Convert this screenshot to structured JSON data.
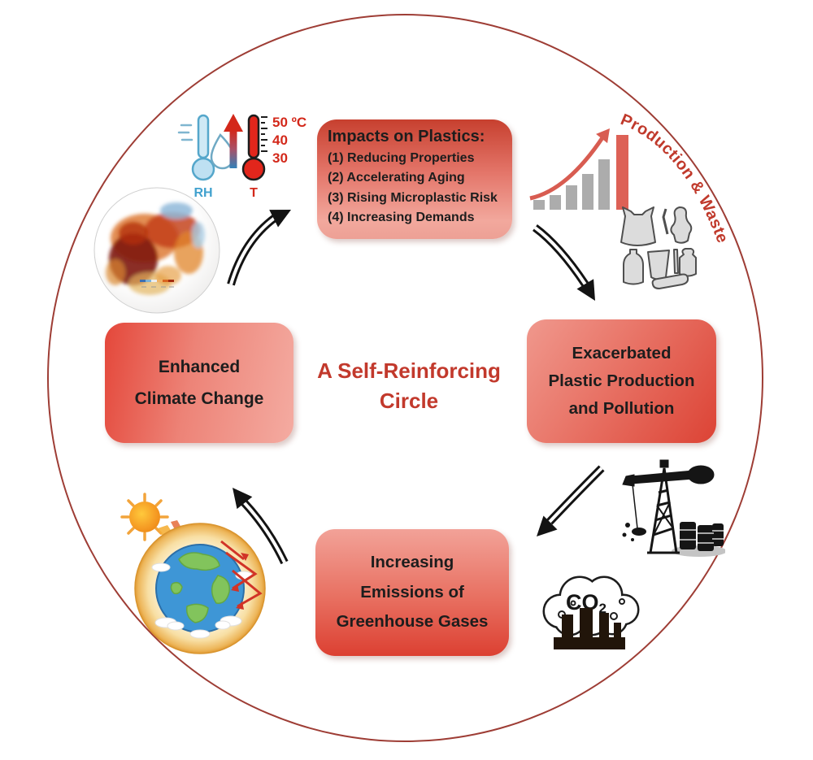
{
  "figure": {
    "center_title_line1": "A Self-Reinforcing",
    "center_title_line2": "Circle"
  },
  "boxes": {
    "impacts": {
      "title": "Impacts on Plastics:",
      "items": [
        "(1) Reducing Properties",
        "(2) Accelerating Aging",
        "(3) Rising Microplastic Risk",
        "(4) Increasing Demands"
      ]
    },
    "exacerbated": {
      "line1": "Exacerbated",
      "line2": "Plastic Production",
      "line3": "and Pollution"
    },
    "emissions": {
      "line1": "Increasing",
      "line2": "Emissions of",
      "line3": "Greenhouse Gases"
    },
    "climate": {
      "line1": "Enhanced",
      "line2": "Climate Change"
    }
  },
  "annotations": {
    "production_waste": "Production & Waste",
    "rh_label": "RH",
    "t_label": "T",
    "temp_scale_top": "50 ºC",
    "temp_scale_mid": "40",
    "temp_scale_bottom": "30",
    "co2_main": "CO",
    "co2_sub": "2"
  },
  "colors": {
    "circle_stroke": "#9E3D35",
    "center_title": "#C2392C",
    "production_waste_text": "#C0392B",
    "box_gradient_dark": "#DC4335",
    "box_gradient_light": "#F2A89D",
    "box_text": "#1D1D1D",
    "bar_gray": "#ACACAC",
    "bar_highlight": "#DD6156",
    "trend_arrow": "#D85C51",
    "arrow_black": "#131313",
    "rh_blue": "#41A1CE",
    "t_red": "#D3281A"
  },
  "icons": {
    "humidity_thermometer": "humidity-thermometer-icon",
    "temperature_thermometer": "temperature-thermometer-icon",
    "rising_gradient_arrow": "rising-temperature-arrow-icon",
    "warming_globe": "global-temperature-map-icon",
    "trend_bar_chart": "rising-bar-chart-icon",
    "plastic_waste": "plastic-waste-pile-icon",
    "oil_derrick": "oil-derrick-icon",
    "co2_factory": "co2-cloud-factory-icon",
    "greenhouse_effect": "greenhouse-effect-earth-icon",
    "cycle_arrows": "black-double-line-arrow-icon"
  }
}
